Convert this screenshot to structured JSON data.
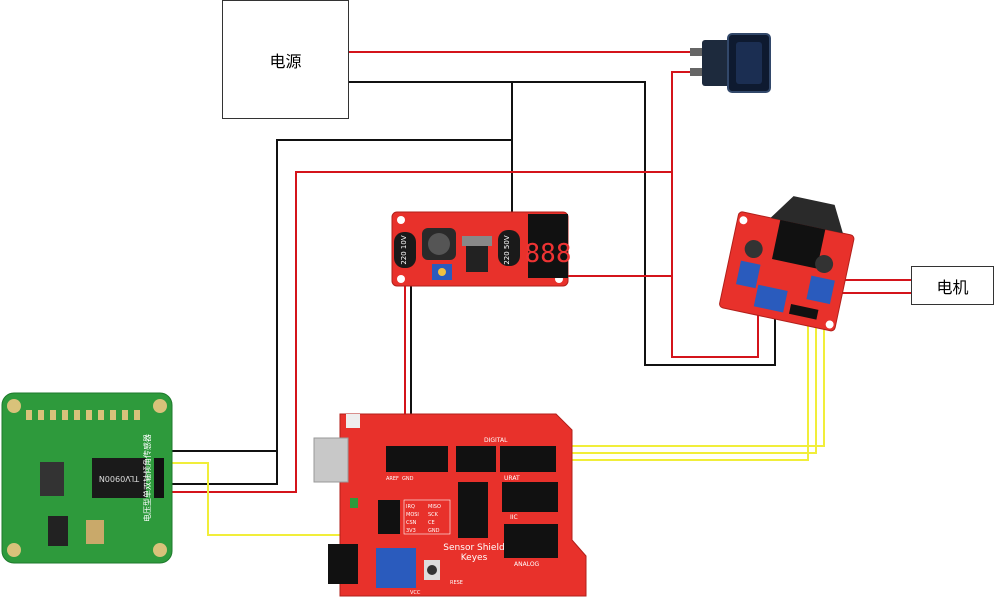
{
  "power_box": {
    "label": "电源"
  },
  "motor_box": {
    "label": "电机"
  },
  "converter": {
    "left_cap": "220 10V",
    "right_cap": "220 50V",
    "display": "888"
  },
  "sensor_board": {
    "title": "电压型单双轴倾角传感器",
    "chip_text": "TLV0900N"
  },
  "arduino_shield": {
    "name": "Sensor Shield",
    "brand": "Keyes",
    "digital_label": "DIGITAL",
    "analog_label": "ANALOG",
    "aref_label": "AREF",
    "gnd_label": "GND",
    "urat_label": "URAT",
    "iic_label": "IIC",
    "reset_label": "RESE",
    "vcc_label": "VCC",
    "spi_labels": [
      "IRQ",
      "MISO",
      "MOSI",
      "SCK",
      "CSN",
      "CE",
      "3V3",
      "GND"
    ]
  },
  "colors": {
    "wire_red": "#d4141b",
    "wire_black": "#111111",
    "wire_yellow": "#f1ee3a",
    "pcb_red": "#e8312b",
    "pcb_green": "#2e9a3c"
  }
}
